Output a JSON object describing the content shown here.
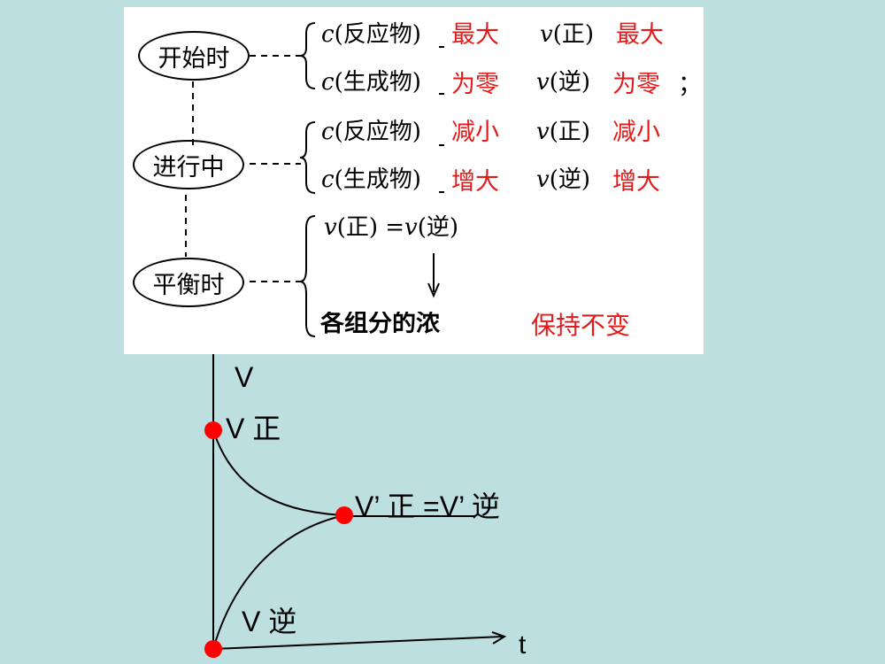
{
  "stages": {
    "start": "开始时",
    "middle": "进行中",
    "equilibrium": "平衡时"
  },
  "rows": {
    "r1": {
      "conc": "(反应物)",
      "conc_state": "最大",
      "rate": "(正)",
      "rate_state": "最大"
    },
    "r2": {
      "conc": "(生成物)",
      "conc_state": "为零",
      "rate": "(逆)",
      "rate_state": "为零",
      "tail": "；"
    },
    "r3": {
      "conc": "(反应物)",
      "conc_state": "减小",
      "rate": "(正)",
      "rate_state": "减小"
    },
    "r4": {
      "conc": "(生成物)",
      "conc_state": "增大",
      "rate": "(逆)",
      "rate_state": "增大"
    }
  },
  "equilibrium": {
    "relation_a": "(正) =",
    "relation_b": "(逆)",
    "components": "各组分的浓",
    "result": "保持不变"
  },
  "symbols": {
    "c": "c",
    "v": "v"
  },
  "graph": {
    "y_axis_label": "V",
    "x_axis_label": "t",
    "forward_label": "V 正",
    "reverse_label": "V 逆",
    "equal_label": "V’ 正 =V’ 逆"
  },
  "colors": {
    "background": "#bddfe0",
    "highlight": "#e31a1a",
    "point": "#ff0000"
  }
}
